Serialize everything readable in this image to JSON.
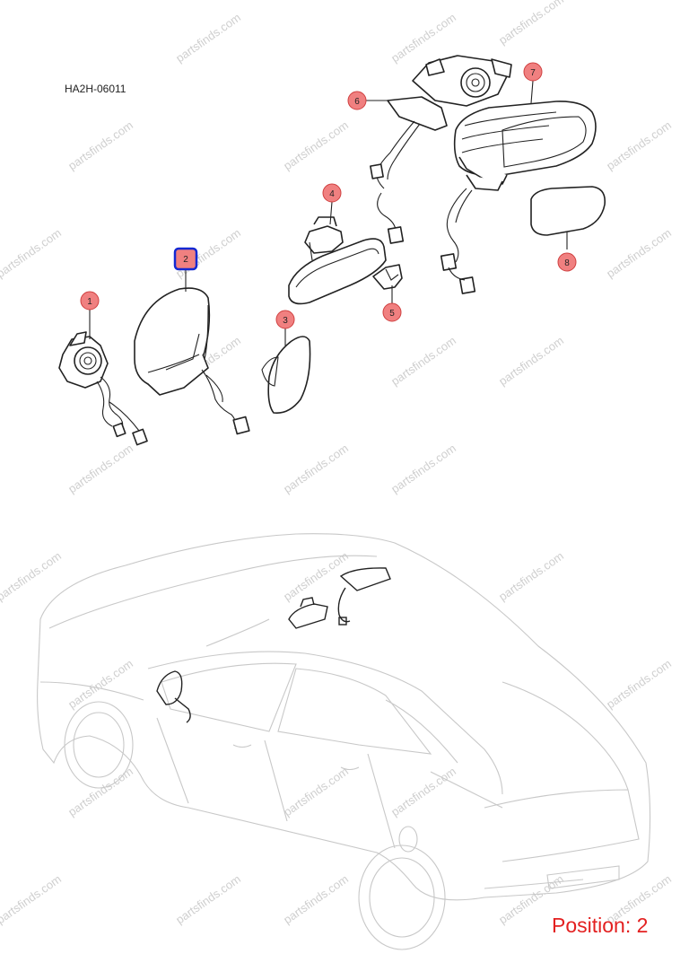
{
  "diagram_code": "HA2H-06011",
  "position_label": "Position: 2",
  "watermark_text": "partsfinds.com",
  "callouts": [
    {
      "number": "1",
      "highlighted": false
    },
    {
      "number": "2",
      "highlighted": true
    },
    {
      "number": "3",
      "highlighted": false
    },
    {
      "number": "4",
      "highlighted": false
    },
    {
      "number": "5",
      "highlighted": false
    },
    {
      "number": "6",
      "highlighted": false
    },
    {
      "number": "7",
      "highlighted": false
    },
    {
      "number": "8",
      "highlighted": false
    }
  ],
  "colors": {
    "callout_fill": "#f08080",
    "callout_stroke": "#d04040",
    "highlight_fill": "#f08080",
    "highlight_stroke": "#1428d2",
    "position_text": "#e32020"
  }
}
